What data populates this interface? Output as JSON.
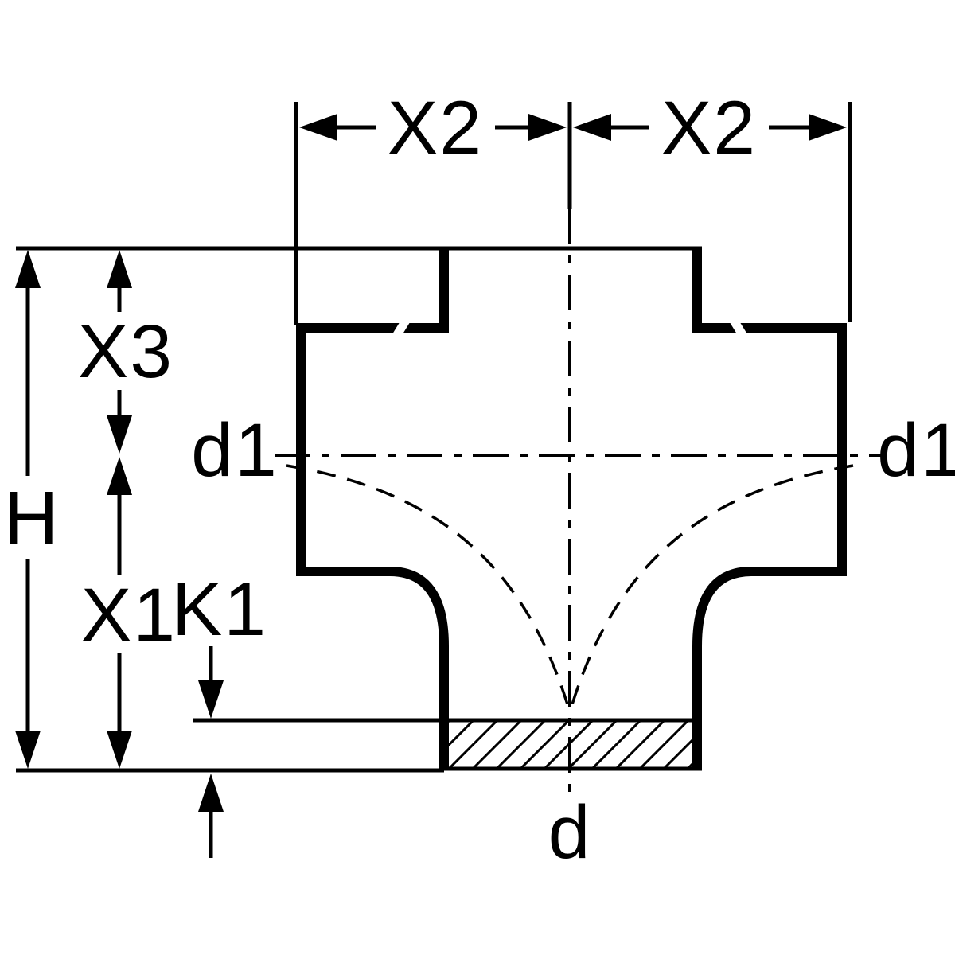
{
  "diagram": {
    "type": "technical-drawing",
    "subject": "pipe-cross-branch-fitting-dimension-diagram",
    "colors": {
      "line": "#000000",
      "background": "#ffffff"
    },
    "labels": {
      "x2_left": "X2",
      "x2_right": "X2",
      "x3": "X3",
      "h": "H",
      "x1": "X1",
      "k1": "K1",
      "d1_left": "d1",
      "d1_right": "d1",
      "d": "d"
    }
  }
}
